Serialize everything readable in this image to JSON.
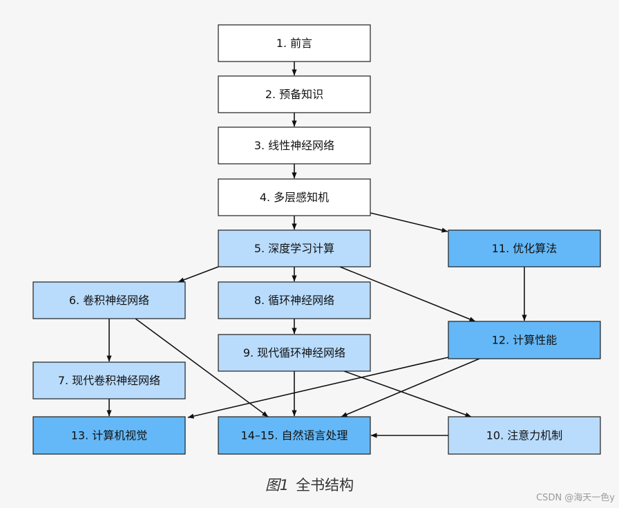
{
  "colors": {
    "white": "#ffffff",
    "light_blue": "#b9dcfd",
    "mid_blue": "#64b8f7",
    "border": "#1f1f1f",
    "arrow": "#111111"
  },
  "nodes": [
    {
      "id": "n1",
      "label": "1. 前言",
      "fill": "white"
    },
    {
      "id": "n2",
      "label": "2. 预备知识",
      "fill": "white"
    },
    {
      "id": "n3",
      "label": "3. 线性神经网络",
      "fill": "white"
    },
    {
      "id": "n4",
      "label": "4. 多层感知机",
      "fill": "white"
    },
    {
      "id": "n5",
      "label": "5. 深度学习计算",
      "fill": "light_blue"
    },
    {
      "id": "n6",
      "label": "6. 卷积神经网络",
      "fill": "light_blue"
    },
    {
      "id": "n7",
      "label": "7. 现代卷积神经网络",
      "fill": "light_blue"
    },
    {
      "id": "n8",
      "label": "8. 循环神经网络",
      "fill": "light_blue"
    },
    {
      "id": "n9",
      "label": "9. 现代循环神经网络",
      "fill": "light_blue"
    },
    {
      "id": "n10",
      "label": "10. 注意力机制",
      "fill": "light_blue"
    },
    {
      "id": "n11",
      "label": "11. 优化算法",
      "fill": "mid_blue"
    },
    {
      "id": "n12",
      "label": "12. 计算性能",
      "fill": "mid_blue"
    },
    {
      "id": "n13",
      "label": "13. 计算机视觉",
      "fill": "mid_blue"
    },
    {
      "id": "n14",
      "label": "14–15. 自然语言处理",
      "fill": "mid_blue"
    }
  ],
  "edges": [
    {
      "from": "n1",
      "to": "n2"
    },
    {
      "from": "n2",
      "to": "n3"
    },
    {
      "from": "n3",
      "to": "n4"
    },
    {
      "from": "n4",
      "to": "n5"
    },
    {
      "from": "n4",
      "to": "n11"
    },
    {
      "from": "n5",
      "to": "n6"
    },
    {
      "from": "n5",
      "to": "n8"
    },
    {
      "from": "n5",
      "to": "n12"
    },
    {
      "from": "n11",
      "to": "n12"
    },
    {
      "from": "n6",
      "to": "n7"
    },
    {
      "from": "n6",
      "to": "n14"
    },
    {
      "from": "n8",
      "to": "n9"
    },
    {
      "from": "n7",
      "to": "n13"
    },
    {
      "from": "n12",
      "to": "n13"
    },
    {
      "from": "n12",
      "to": "n14"
    },
    {
      "from": "n9",
      "to": "n14"
    },
    {
      "from": "n9",
      "to": "n10"
    },
    {
      "from": "n10",
      "to": "n14"
    }
  ],
  "caption": {
    "figure_number": "图1",
    "title": "全书结构"
  },
  "watermark": "CSDN @海天一色y"
}
